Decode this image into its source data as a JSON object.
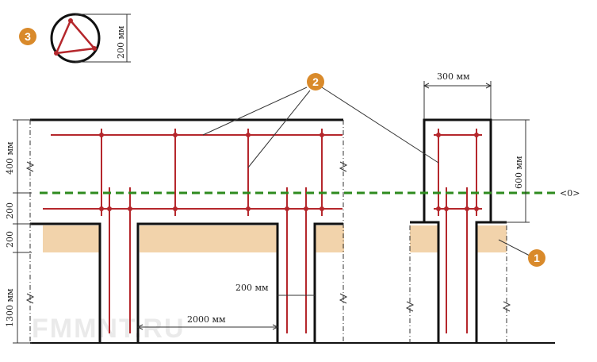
{
  "badges": {
    "b1": "1",
    "b2": "2",
    "b3": "3"
  },
  "dims": {
    "d400": "400 мм",
    "d200a": "200",
    "d200b": "200",
    "d1300": "1300 мм",
    "d2000": "2000 мм",
    "d200mm": "200 мм",
    "d300": "300 мм",
    "d600": "600 мм",
    "d200circle": "200 мм",
    "level": "<0>"
  },
  "watermark": "FMMNT.RU",
  "colors": {
    "rebar": "#b5272c",
    "sand": "#f2d3ab",
    "ground_line": "#2e8b1e",
    "badge": "#d98a2b",
    "line": "#111111"
  }
}
